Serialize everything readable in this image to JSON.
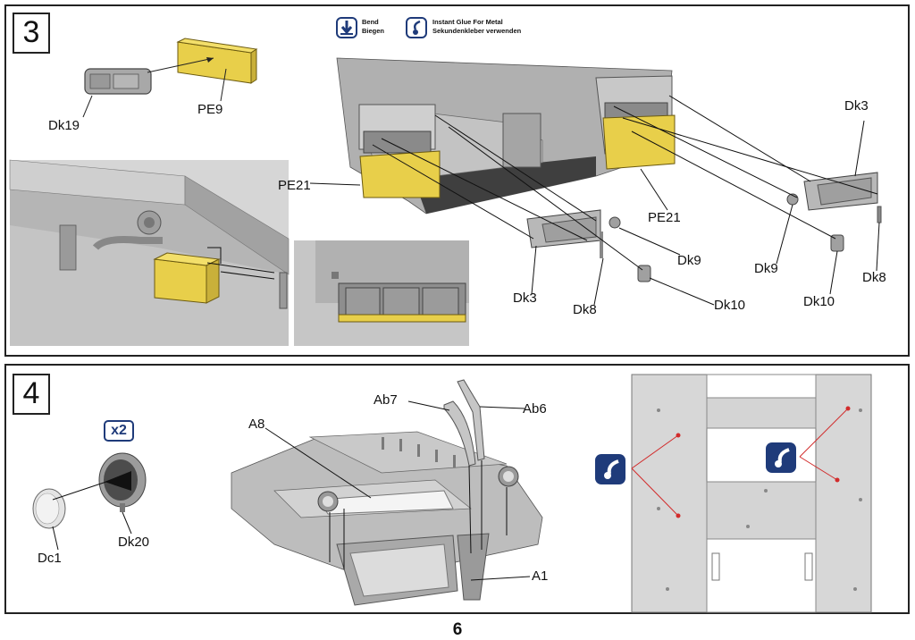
{
  "legend": {
    "bend": {
      "en": "Bend",
      "de": "Biegen",
      "icon": "bend-arrow-icon"
    },
    "glue": {
      "en": "Instant Glue For Metal",
      "de": "Sekundenkleber verwenden",
      "icon": "glue-bottle-icon"
    }
  },
  "step3": {
    "number": "3",
    "labels": {
      "dk19": "Dk19",
      "pe9": "PE9",
      "pe21_left": "PE21",
      "pe21_right": "PE21",
      "dk3_right": "Dk3",
      "dk9_mid": "Dk9",
      "dk3_mid": "Dk3",
      "dk8_mid": "Dk8",
      "dk10_mid": "Dk10",
      "dk9_right": "Dk9",
      "dk10_right": "Dk10",
      "dk8_right": "Dk8"
    }
  },
  "step4": {
    "number": "4",
    "multiplier": "x2",
    "labels": {
      "dc1": "Dc1",
      "dk20": "Dk20",
      "a8": "A8",
      "ab7": "Ab7",
      "ab6": "Ab6",
      "a1": "A1"
    }
  },
  "page_number": "6",
  "colors": {
    "etch_yellow": "#e8cf4a",
    "plastic_gray": "#a8a8a8",
    "badge_blue": "#1f3b7a",
    "leader_red": "#d22b2b"
  }
}
